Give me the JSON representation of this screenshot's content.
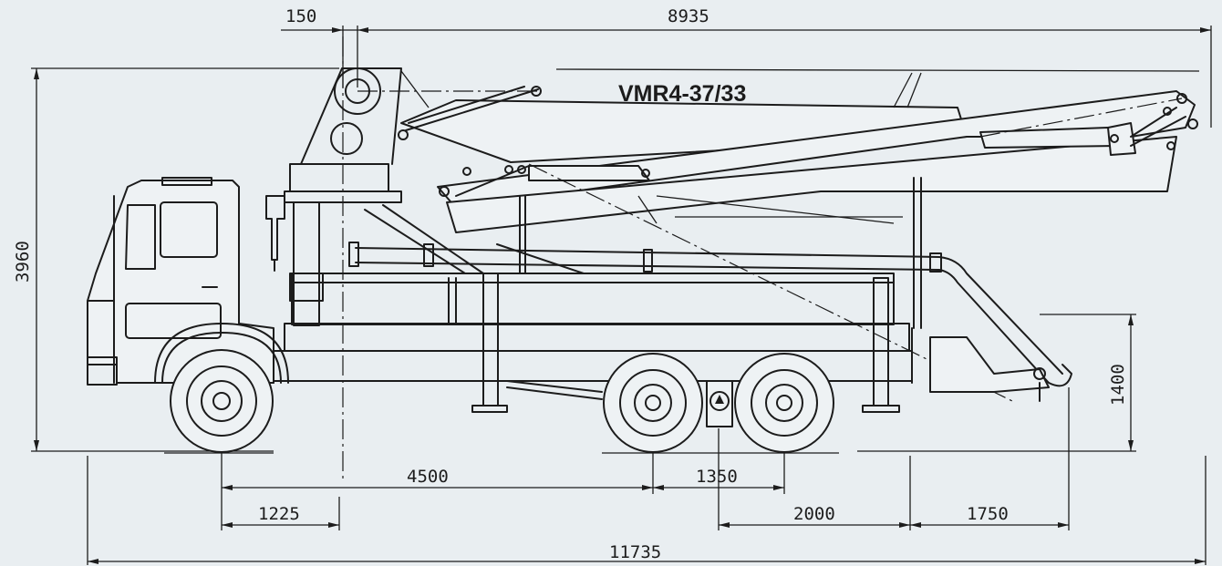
{
  "model": "VMR4-37/33",
  "dimensions": {
    "boom_offset": "150",
    "boom_reach": "8935",
    "total_height": "3960",
    "outrigger_height": "1400",
    "wheelbase": "4500",
    "tandem_spacing": "1350",
    "front_overhang": "1225",
    "rear_support_spacing": "2000",
    "rear_overhang": "1750",
    "total_length": "11735"
  }
}
